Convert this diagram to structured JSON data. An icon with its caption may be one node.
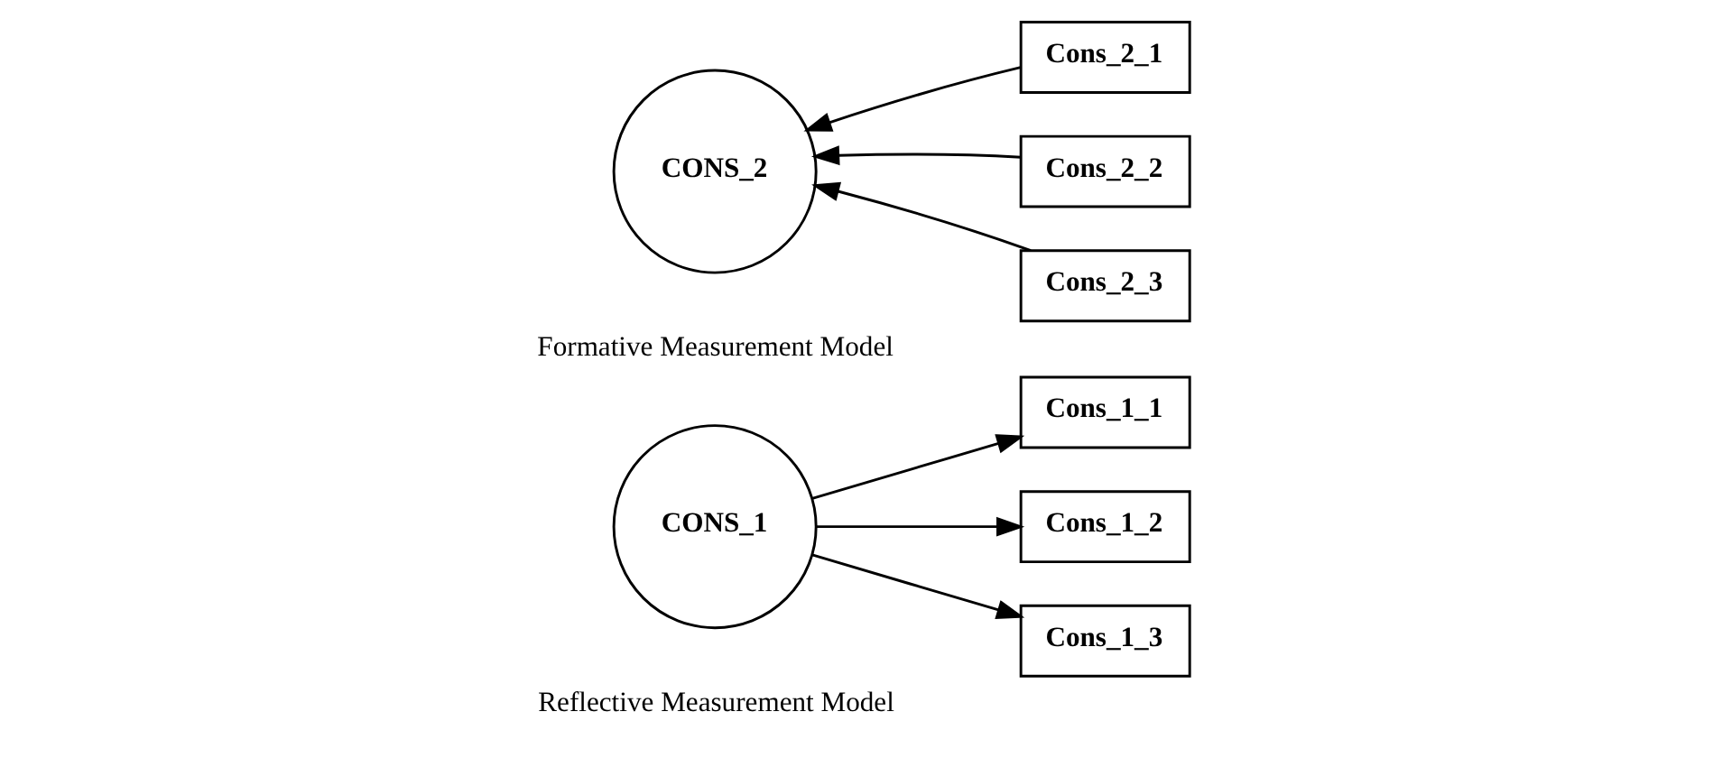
{
  "diagram": {
    "nodes": [
      {
        "text": [
          "CONS_1"
        ]
      },
      {
        "text": [
          "Cons_1_1"
        ]
      },
      {
        "text": [
          "Cons_1_2"
        ]
      },
      {
        "text": [
          "Cons_1_3"
        ]
      },
      {
        "text": [
          "CONS_2"
        ]
      },
      {
        "text": [
          "Cons_2_1"
        ]
      },
      {
        "text": [
          "Cons_2_2"
        ]
      },
      {
        "text": [
          "Cons_2_3"
        ]
      }
    ],
    "edges": [
      {
        "from": 0,
        "to": 1,
        "arrow": "to"
      },
      {
        "from": 0,
        "to": 2,
        "arrow": "to"
      },
      {
        "from": 0,
        "to": 3,
        "arrow": "to"
      },
      {
        "from": 5,
        "to": 4,
        "arrow": "to"
      },
      {
        "from": 6,
        "to": 4,
        "arrow": "to"
      },
      {
        "from": 7,
        "to": 4,
        "arrow": "to"
      }
    ],
    "labels": [
      "Reflective Measurement Model",
      "Formative Measurement Model"
    ]
  }
}
